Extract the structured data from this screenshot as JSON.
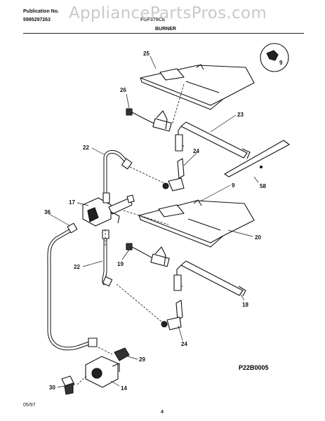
{
  "header": {
    "publication_label": "Publication No.",
    "publication_number": "5995297263",
    "model": "FGF379CE",
    "section": "BURNER",
    "watermark": "AppliancePartsPros.com"
  },
  "parts": [
    {
      "ref": "25"
    },
    {
      "ref": "9"
    },
    {
      "ref": "26"
    },
    {
      "ref": "23"
    },
    {
      "ref": "22"
    },
    {
      "ref": "24"
    },
    {
      "ref": "58"
    },
    {
      "ref": "17"
    },
    {
      "ref": "9"
    },
    {
      "ref": "36"
    },
    {
      "ref": "20"
    },
    {
      "ref": "22"
    },
    {
      "ref": "19"
    },
    {
      "ref": "18"
    },
    {
      "ref": "24"
    },
    {
      "ref": "29"
    },
    {
      "ref": "30"
    },
    {
      "ref": "14"
    }
  ],
  "footer": {
    "date": "05/97",
    "page": "4",
    "diagram_code": "P22B0005"
  }
}
